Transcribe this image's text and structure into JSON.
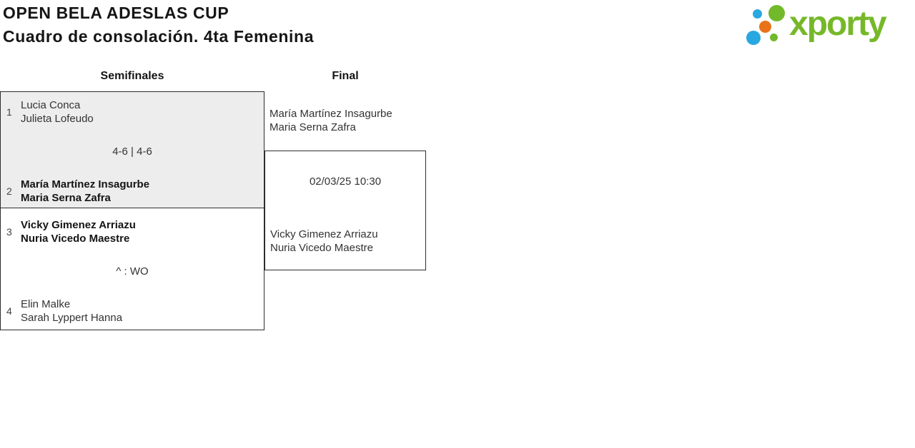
{
  "header": {
    "title": "OPEN BELA ADESLAS CUP",
    "subtitle": "Cuadro de consolación. 4ta Femenina"
  },
  "logo": {
    "text": "xporty",
    "colors": {
      "green": "#76b82a",
      "blue": "#29a7e0",
      "orange": "#e8731a"
    }
  },
  "bracket": {
    "rounds": [
      {
        "label": "Semifinales"
      },
      {
        "label": "Final"
      }
    ],
    "semifinals": [
      {
        "seed_top": "1",
        "team_top": [
          "Lucia Conca",
          "Julieta Lofeudo"
        ],
        "score": "4-6 | 4-6",
        "seed_bottom": "2",
        "team_bottom": [
          "María Martínez Insagurbe",
          "Maria Serna Zafra"
        ],
        "winner": "bottom"
      },
      {
        "seed_top": "3",
        "team_top": [
          "Vicky Gimenez Arriazu",
          "Nuria Vicedo Maestre"
        ],
        "score": "^ : WO",
        "seed_bottom": "4",
        "team_bottom": [
          "Elin Malke",
          "Sarah Lyppert Hanna"
        ],
        "winner": "top"
      }
    ],
    "final": {
      "team_top": [
        "María Martínez Insagurbe",
        "Maria Serna Zafra"
      ],
      "schedule": "02/03/25 10:30",
      "team_bottom": [
        "Vicky Gimenez Arriazu",
        "Nuria Vicedo Maestre"
      ]
    }
  }
}
